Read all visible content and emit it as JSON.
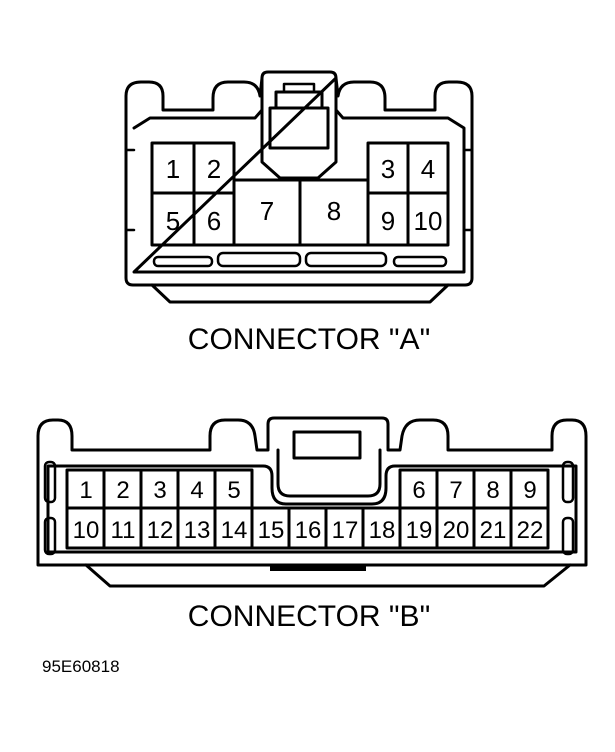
{
  "connector_a": {
    "caption": "CONNECTOR \"A\"",
    "pins": [
      "1",
      "2",
      "3",
      "4",
      "5",
      "6",
      "7",
      "8",
      "9",
      "10"
    ]
  },
  "connector_b": {
    "caption": "CONNECTOR \"B\"",
    "pins": [
      "1",
      "2",
      "3",
      "4",
      "5",
      "6",
      "7",
      "8",
      "9",
      "10",
      "11",
      "12",
      "13",
      "14",
      "15",
      "16",
      "17",
      "18",
      "19",
      "20",
      "21",
      "22"
    ]
  },
  "figure_code": "95E60818"
}
